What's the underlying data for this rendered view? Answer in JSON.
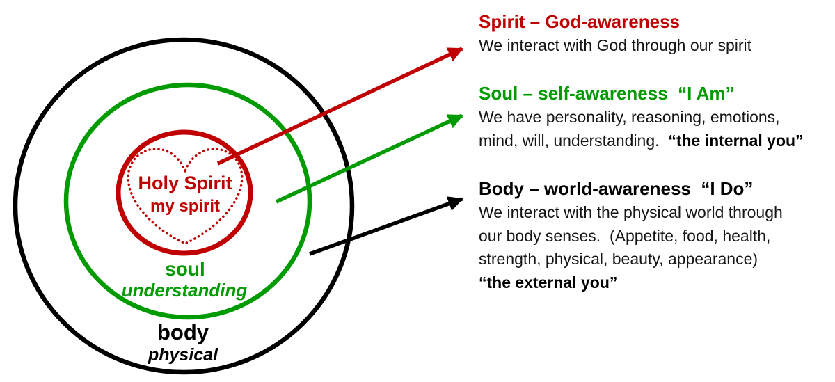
{
  "colors": {
    "spirit_red": "#C00000",
    "soul_green": "#009B00",
    "body_black": "#000000"
  },
  "rings": {
    "spirit_title": "Holy Spirit",
    "spirit_subtitle": "my spirit",
    "soul_label": "soul",
    "soul_sublabel": "understanding",
    "body_label": "body",
    "body_sublabel": "physical"
  },
  "annotations": {
    "spirit": {
      "title": "Spirit – God-awareness",
      "line1": "We interact with God through our spirit"
    },
    "soul": {
      "title": "Soul – self-awareness  “I Am”",
      "line1": "We have personality, reasoning, emotions,",
      "line2_prefix": "mind, will, understanding.  ",
      "line2_bold": "“the internal you”"
    },
    "body": {
      "title": "Body – world-awareness  “I Do”",
      "line1": "We interact with the physical world through",
      "line2": "our body senses.  (Appetite, food, health,",
      "line3": "strength, physical, beauty, appearance)",
      "line4_bold": "“the external you”"
    }
  }
}
